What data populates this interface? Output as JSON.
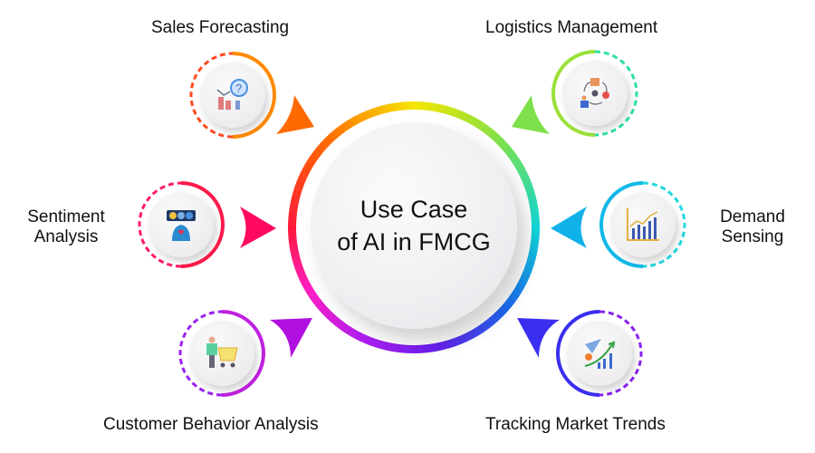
{
  "center": {
    "line1": "Use Case",
    "line2": "of AI in FMCG"
  },
  "use_cases": [
    {
      "label": "Sales Forecasting",
      "icon": "sales-forecast-icon",
      "color": "#ff6a00"
    },
    {
      "label": "Logistics Management",
      "icon": "logistics-icon",
      "color": "#7ee04a"
    },
    {
      "label_line1": "Sentiment",
      "label_line2": "Analysis",
      "icon": "sentiment-icon",
      "color": "#ff1a6a"
    },
    {
      "label_line1": "Demand",
      "label_line2": "Sensing",
      "icon": "demand-chart-icon",
      "color": "#10b8e8"
    },
    {
      "label": "Customer Behavior Analysis",
      "icon": "shopping-cart-icon",
      "color": "#b01ef0"
    },
    {
      "label": "Tracking Market Trends",
      "icon": "rocket-trend-icon",
      "color": "#3a2ef0"
    }
  ]
}
